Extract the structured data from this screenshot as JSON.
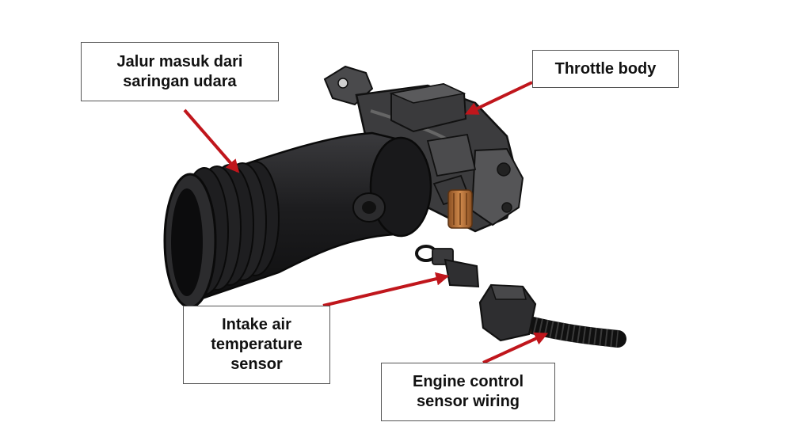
{
  "colors": {
    "arrow": "#c0161c",
    "hose": "#1c1c1e",
    "metal": "#3e3e40",
    "connector": "#2d2d2f",
    "copper": "#b8743c"
  },
  "labels": {
    "intake": "Jalur masuk dari\nsaringan udara",
    "throttle": "Throttle body",
    "iat": "Intake air\ntemperature\nsensor",
    "wiring": "Engine control\nsensor wiring"
  }
}
